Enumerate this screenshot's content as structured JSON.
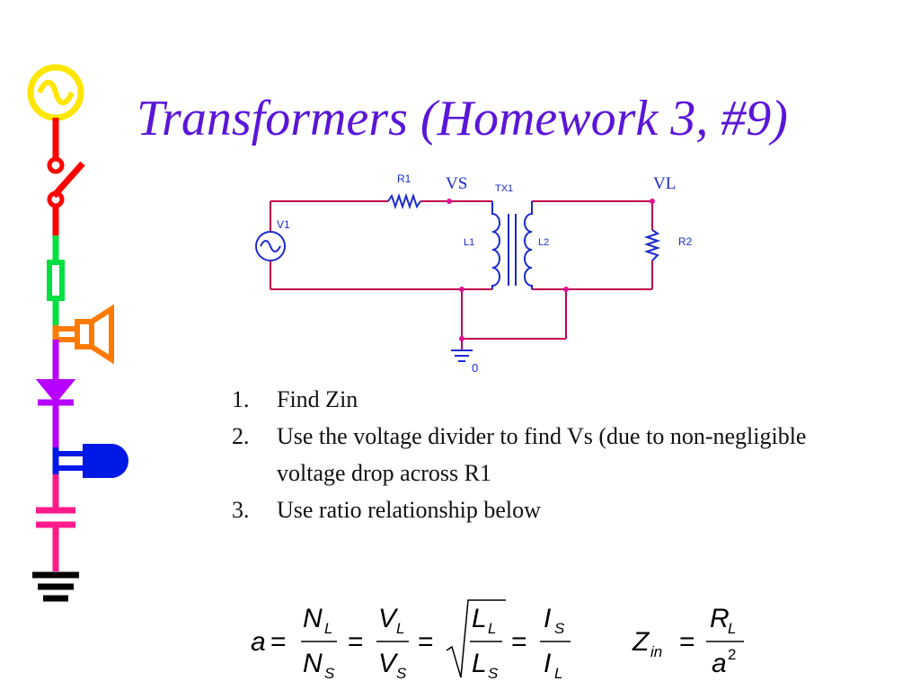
{
  "title": "Transformers (Homework 3, #9)",
  "circuit": {
    "labels": {
      "r1": "R1",
      "vs": "VS",
      "tx1": "TX1",
      "vl": "VL",
      "v1": "V1",
      "l1": "L1",
      "l2": "L2",
      "r2": "R2",
      "ground": "0"
    }
  },
  "steps": [
    {
      "num": "1.",
      "text": "Find Zin"
    },
    {
      "num": "2.",
      "text": "Use the voltage divider to find Vs (due to non-negligible voltage drop across R1"
    },
    {
      "num": "3.",
      "text": "Use ratio relationship below"
    }
  ],
  "equation_ratio": {
    "a": "a",
    "eq": "=",
    "N": "N",
    "V": "V",
    "Lsym": "L",
    "I": "I",
    "sub_L": "L",
    "sub_S": "S"
  },
  "equation_zin": {
    "Z": "Z",
    "sub_in": "in",
    "eq": "=",
    "R": "R",
    "sub_L": "L",
    "a": "a",
    "sup_2": "2"
  },
  "colors": {
    "title": "#5a16d8",
    "wire": "#c0004a",
    "node": "#e0109a",
    "component": "#1c2ad0",
    "deco_yellow": "#ffe600",
    "deco_red": "#ff0000",
    "deco_green": "#00e040",
    "deco_orange": "#ff7a00",
    "deco_purple": "#b700ff",
    "deco_blue": "#0018e6",
    "deco_pink": "#ff1a8c",
    "deco_black": "#000000"
  },
  "decoration_icons": [
    "ac-source-icon",
    "switch-icon",
    "fuse-icon",
    "speaker-icon",
    "diode-icon",
    "lamp-icon",
    "capacitor-icon",
    "ground-icon"
  ]
}
